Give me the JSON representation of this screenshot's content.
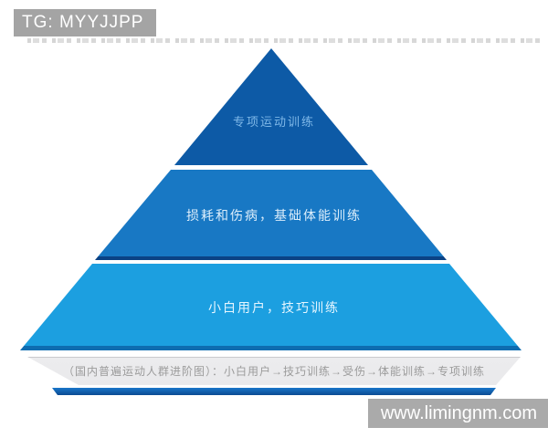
{
  "badge": {
    "label": "TG: MYYJJPP",
    "bg_color": "#a4a4a4",
    "text_color": "#ffffff"
  },
  "watermark": {
    "label": "www.limingnm.com",
    "bg_color": "#aaaaaa",
    "text_color": "#ffffff"
  },
  "pyramid": {
    "tiers": [
      {
        "label": "专项运动训练",
        "color": "#0d5aa6",
        "text_color": "#7fb8e8"
      },
      {
        "label": "损耗和伤病，基础体能训练",
        "color": "#1878c4",
        "text_color": "#ddeefb"
      },
      {
        "label": "小白用户，技巧训练",
        "color": "#1c9fe0",
        "text_color": "#e6f6ff"
      }
    ],
    "base_caption": "（国内普遍运动人群进阶图）：小白用户→技巧训练→受伤→体能训练→专项训练",
    "base_caption_color": "#9b9b9b"
  }
}
